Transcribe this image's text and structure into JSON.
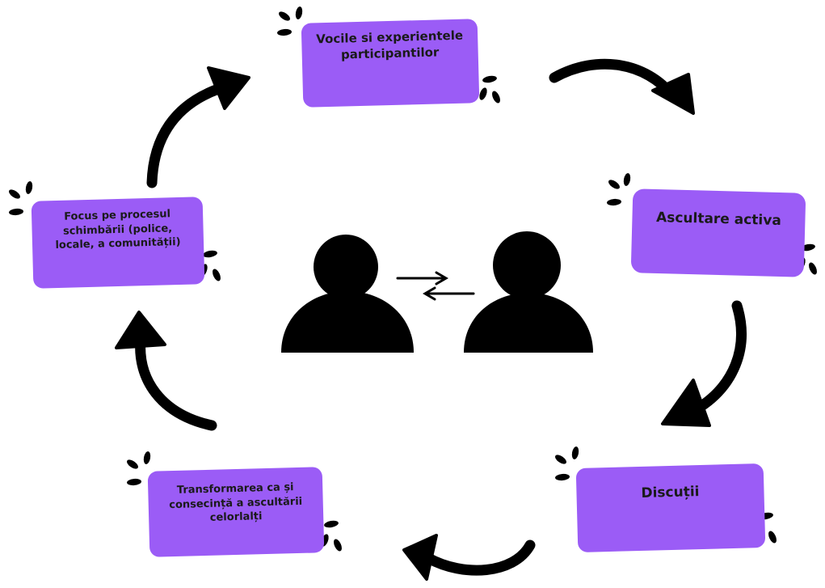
{
  "diagram": {
    "node_color": "#9b5cf6",
    "ink_color": "#000000",
    "nodes": {
      "voices": [
        "Vocile si experientele",
        "participantilor"
      ],
      "listening": [
        "Ascultare activa"
      ],
      "discussions": [
        "Discuții"
      ],
      "transformation": [
        "Transformarea ca și",
        "consecință a ascultării",
        "celorlalți"
      ],
      "focus": [
        "Focus pe procesul",
        "schimbării (police,",
        "locale, a comunității)"
      ]
    },
    "cycle": [
      "voices",
      "listening",
      "discussions",
      "transformation",
      "focus"
    ],
    "center_icons": [
      "person-icon",
      "exchange-arrows-icon",
      "person-icon"
    ]
  }
}
